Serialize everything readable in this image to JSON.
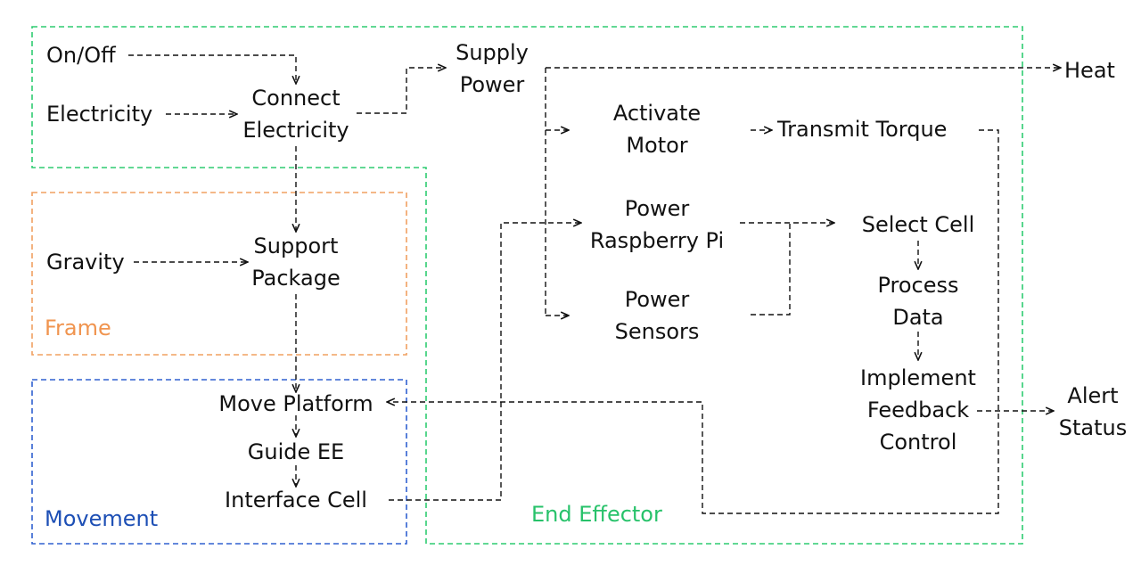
{
  "colors": {
    "end_effector": "#2ecc71",
    "frame": "#f0a060",
    "movement": "#3060d0",
    "movement_label": "#1d4fb5",
    "end_effector_label": "#27c26a",
    "frame_label": "#f0944f",
    "arrow": "#111111"
  },
  "groups": {
    "frame": "Frame",
    "movement": "Movement",
    "end_effector": "End Effector"
  },
  "inputs": {
    "on_off": "On/Off",
    "electricity": "Electricity",
    "gravity": "Gravity"
  },
  "functions": {
    "connect_electricity": [
      "Connect",
      "Electricity"
    ],
    "supply_power": [
      "Supply",
      "Power"
    ],
    "support_package": [
      "Support",
      "Package"
    ],
    "move_platform": "Move Platform",
    "guide_ee": "Guide EE",
    "interface_cell": "Interface Cell",
    "activate_motor": [
      "Activate",
      "Motor"
    ],
    "transmit_torque": "Transmit Torque",
    "power_raspberry_pi": [
      "Power",
      "Raspberry Pi"
    ],
    "power_sensors": [
      "Power",
      "Sensors"
    ],
    "select_cell": "Select Cell",
    "process_data": [
      "Process",
      "Data"
    ],
    "implement_feedback_control": [
      "Implement",
      "Feedback",
      "Control"
    ]
  },
  "outputs": {
    "heat": "Heat",
    "alert_status": [
      "Alert",
      "Status"
    ]
  }
}
